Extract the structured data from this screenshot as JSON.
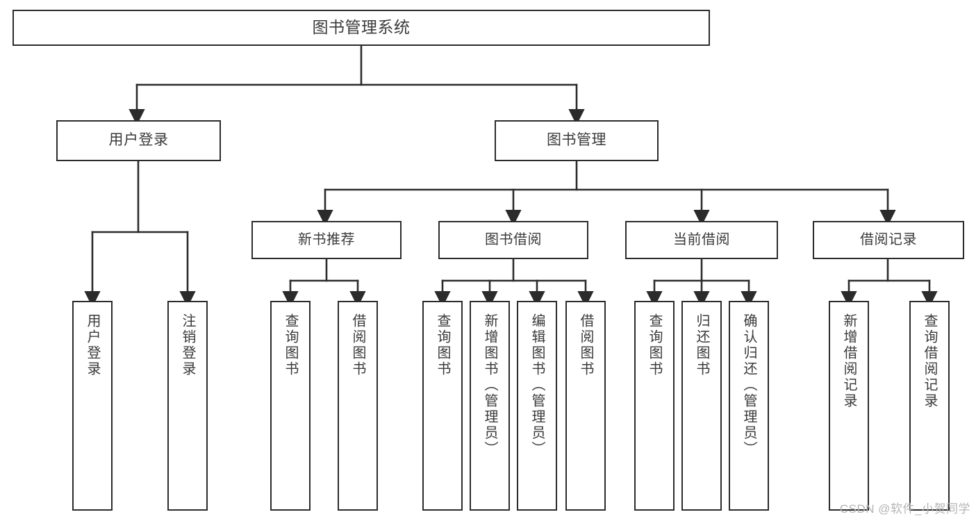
{
  "diagram": {
    "title": "图书管理系统",
    "type": "tree",
    "root": {
      "label": "图书管理系统"
    },
    "level2": [
      {
        "label": "用户登录"
      },
      {
        "label": "图书管理"
      }
    ],
    "level3": [
      {
        "label": "新书推荐"
      },
      {
        "label": "图书借阅"
      },
      {
        "label": "当前借阅"
      },
      {
        "label": "借阅记录"
      }
    ],
    "leaves": {
      "user_login": [
        {
          "label": "用户登录"
        },
        {
          "label": "注销登录"
        }
      ],
      "new_book_recommend": [
        {
          "label": "查询图书"
        },
        {
          "label": "借阅图书"
        }
      ],
      "book_borrow": [
        {
          "label": "查询图书"
        },
        {
          "label": "新增图书（管理员）"
        },
        {
          "label": "编辑图书（管理员）"
        },
        {
          "label": "借阅图书"
        }
      ],
      "current_borrow": [
        {
          "label": "查询图书"
        },
        {
          "label": "归还图书"
        },
        {
          "label": "确认归还（管理员）"
        }
      ],
      "borrow_record": [
        {
          "label": "新增借阅记录"
        },
        {
          "label": "查询借阅记录"
        }
      ]
    }
  },
  "watermark": {
    "text": "CSDN @软件_小贺同学"
  },
  "colors": {
    "box_border": "#2b2b2b",
    "box_fill": "#ffffff",
    "text": "#3a3a3a",
    "connector": "#2b2b2b",
    "watermark": "#b4b4b4",
    "background": "#ffffff"
  }
}
